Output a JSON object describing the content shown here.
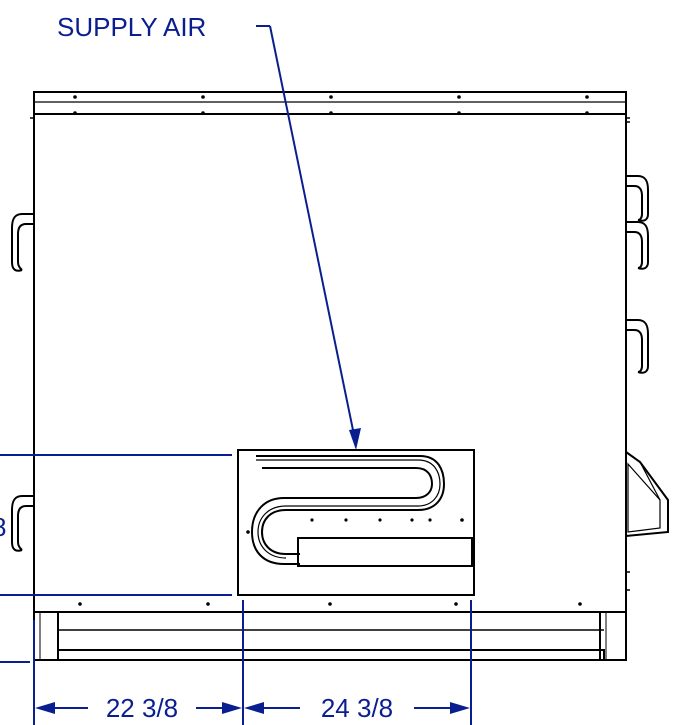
{
  "labels": {
    "supply_air": "SUPPLY AIR",
    "dim_left": "22 3/8",
    "dim_right": "24 3/8",
    "dim_partial_left": "8"
  },
  "colors": {
    "outline": "#000000",
    "dimension": "#0a1f8f",
    "background": "#ffffff"
  }
}
